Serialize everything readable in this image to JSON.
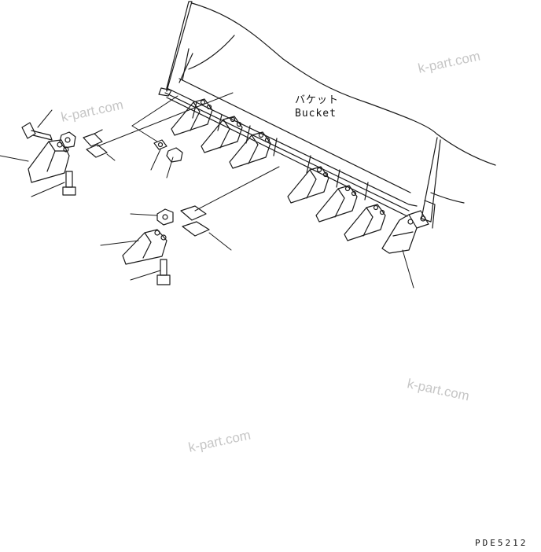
{
  "labels": {
    "bucket_jp": "バケット",
    "bucket_en": "Bucket"
  },
  "watermarks": [
    "k-part.com",
    "k-part.com",
    "k-part.com",
    "k-part.com"
  ],
  "drawing_code": "PDE5212",
  "colors": {
    "line": "#1a1a1a",
    "watermark": "#c6c6c6",
    "background": "#ffffff"
  }
}
